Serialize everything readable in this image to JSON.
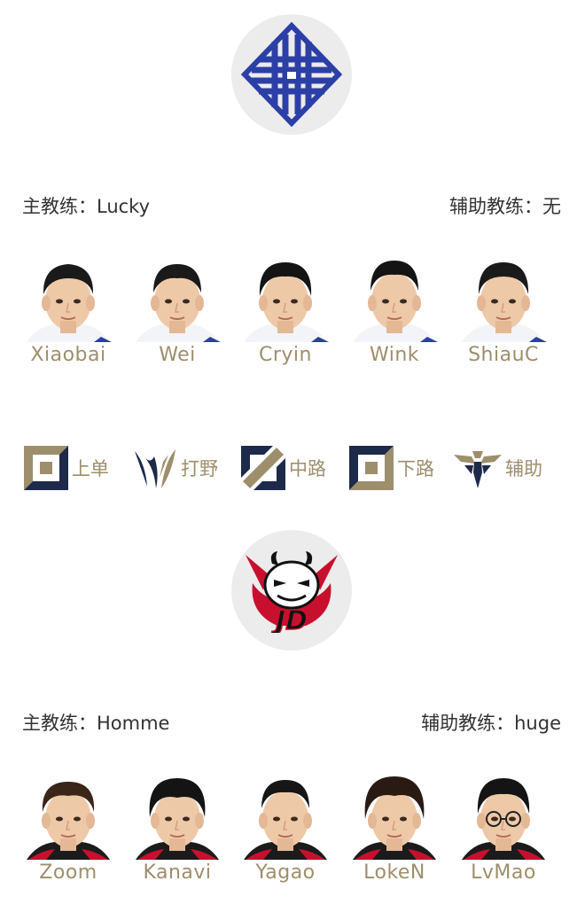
{
  "team1": {
    "head_coach": "主教练：Lucky",
    "assistant_coach": "辅助教练：无",
    "players": [
      {
        "name": "Xiaobai"
      },
      {
        "name": "Wei"
      },
      {
        "name": "Cryin"
      },
      {
        "name": "Wink"
      },
      {
        "name": "ShiauC"
      }
    ]
  },
  "roles": [
    {
      "label": "上单",
      "icon": "top-lane-icon"
    },
    {
      "label": "打野",
      "icon": "jungle-icon"
    },
    {
      "label": "中路",
      "icon": "mid-lane-icon"
    },
    {
      "label": "下路",
      "icon": "bot-lane-icon"
    },
    {
      "label": "辅助",
      "icon": "support-icon"
    }
  ],
  "team2": {
    "head_coach": "主教练：Homme",
    "assistant_coach": "辅助教练：huge",
    "players": [
      {
        "name": "Zoom"
      },
      {
        "name": "Kanavi"
      },
      {
        "name": "Yagao"
      },
      {
        "name": "LokeN"
      },
      {
        "name": "LvMao"
      }
    ]
  },
  "colors": {
    "gold": "#9d8f6c",
    "navy": "#1e2a4a",
    "team1_blue": "#2c3fa6",
    "team2_red": "#c8102e"
  }
}
